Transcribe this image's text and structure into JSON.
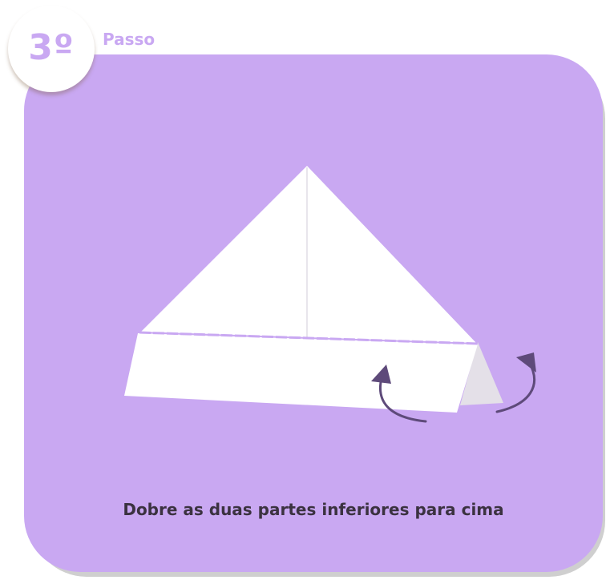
{
  "step": {
    "number": "3º",
    "label": "Passo"
  },
  "instruction": "Dobre as duas partes inferiores para cima",
  "colors": {
    "card": "#c9a8f2",
    "badge_text": "#c9a8f2",
    "arrow": "#5e4a7a",
    "caption": "#3b3240"
  },
  "icons": {
    "left_arrow": "curved-fold-up-arrow",
    "right_arrow": "curved-fold-up-arrow"
  }
}
